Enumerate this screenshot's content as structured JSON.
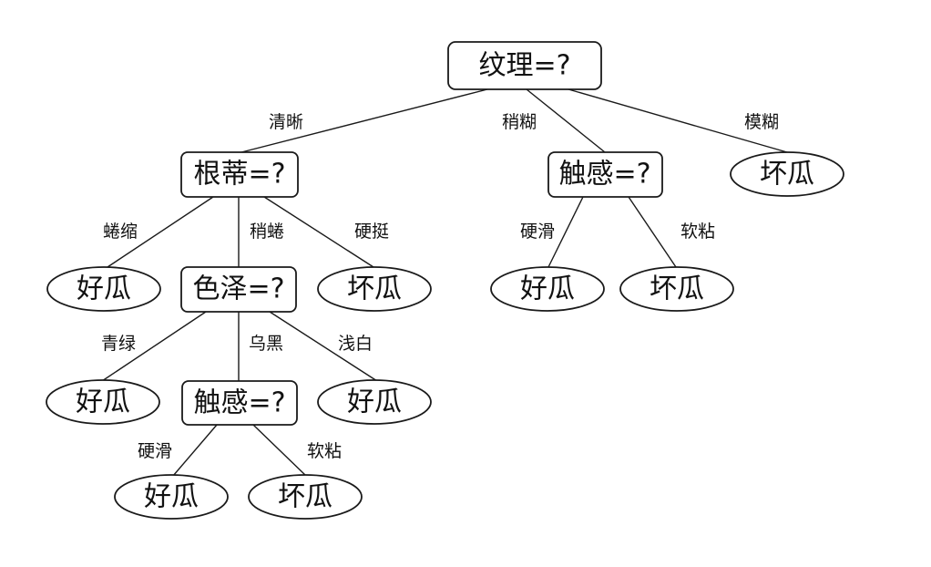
{
  "tree": {
    "root": {
      "label": "纹理=?"
    },
    "n_gendi": {
      "label": "根蒂=?"
    },
    "n_chugan1": {
      "label": "触感=?"
    },
    "n_sezhe": {
      "label": "色泽=?"
    },
    "n_chugan2": {
      "label": "触感=?"
    },
    "leaf_mohu": {
      "label": "坏瓜"
    },
    "leaf_quansuo": {
      "label": "好瓜"
    },
    "leaf_yingting": {
      "label": "坏瓜"
    },
    "leaf_yinghua1": {
      "label": "好瓜"
    },
    "leaf_ruannian1": {
      "label": "坏瓜"
    },
    "leaf_qinglv": {
      "label": "好瓜"
    },
    "leaf_qianbai": {
      "label": "好瓜"
    },
    "leaf_yinghua2": {
      "label": "好瓜"
    },
    "leaf_ruannian2": {
      "label": "坏瓜"
    }
  },
  "edges": {
    "qingxi": "清晰",
    "shaohu": "稍糊",
    "mohu": "模糊",
    "quansuo": "蜷缩",
    "shaoquan": "稍蜷",
    "yingting": "硬挺",
    "yinghua1": "硬滑",
    "ruannian1": "软粘",
    "qinglv": "青绿",
    "wuhei": "乌黑",
    "qianbai": "浅白",
    "yinghua2": "硬滑",
    "ruannian2": "软粘"
  }
}
